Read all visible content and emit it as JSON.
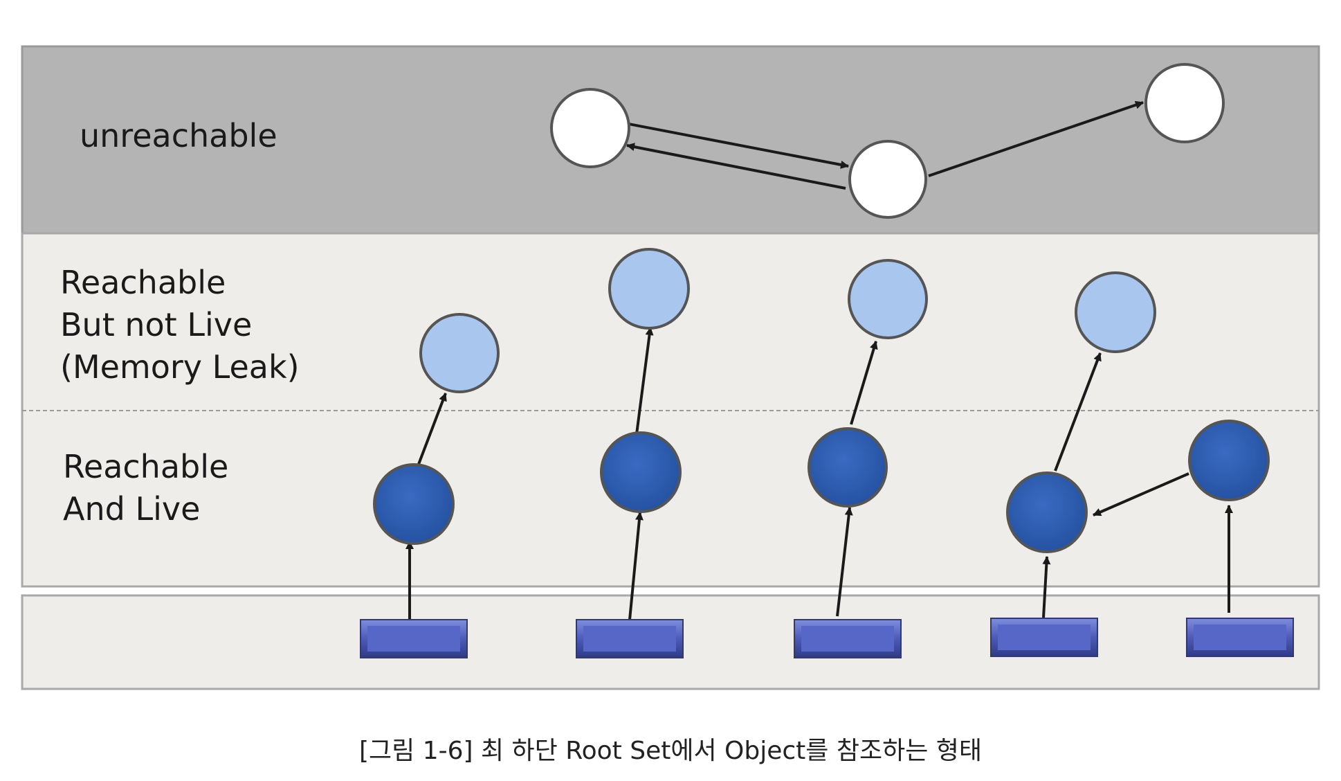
{
  "zones": {
    "unreachable": {
      "label": "unreachable"
    },
    "reachable_not_live": {
      "lines": [
        "Reachable",
        "But not Live",
        "(Memory Leak)"
      ]
    },
    "reachable_live": {
      "lines": [
        "Reachable",
        "And Live"
      ]
    }
  },
  "caption": "[그림 1-6] 최 하단 Root Set에서 Object를 참조하는 형태",
  "colors": {
    "unreachable_band": "#b4b4b4",
    "reachable_band": "#efede9",
    "root_band": "#efede9",
    "unreachable_node": "#ffffff",
    "leak_node": "#a9c6ee",
    "live_node": "#2e5db0",
    "root_object": "#4d5bb8",
    "stroke": "#555555",
    "arrow": "#1a1a1a"
  }
}
